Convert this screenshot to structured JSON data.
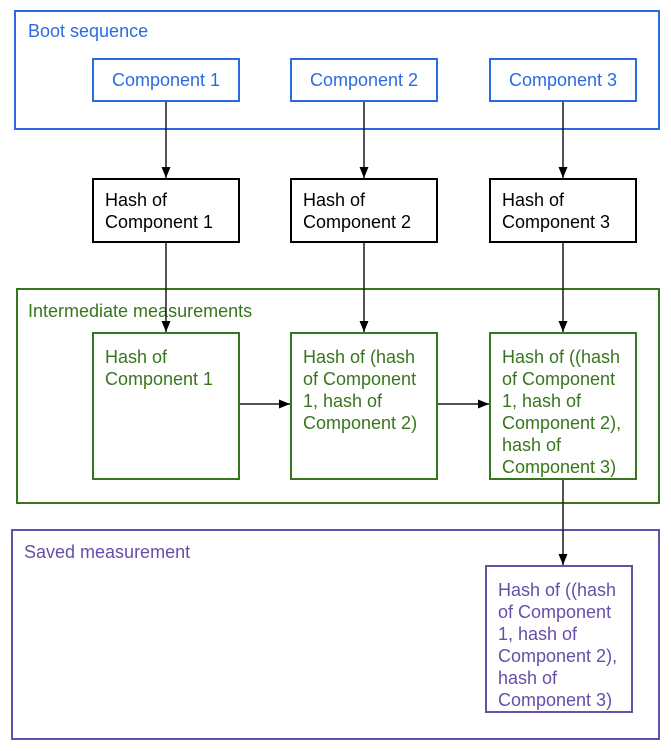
{
  "colors": {
    "boot_sequence_blue": "#2b6be2",
    "hash_black": "#000000",
    "intermediate_green": "#38761d",
    "saved_purple": "#674ea7"
  },
  "boot_sequence": {
    "label": "Boot sequence",
    "components": [
      {
        "label": "Component 1"
      },
      {
        "label": "Component 2"
      },
      {
        "label": "Component 3"
      }
    ]
  },
  "hash_row": {
    "boxes": [
      {
        "text": "Hash of Component 1"
      },
      {
        "text": "Hash of Component 2"
      },
      {
        "text": "Hash of Component 3"
      }
    ]
  },
  "intermediate_measurements": {
    "label": "Intermediate measurements",
    "boxes": [
      {
        "text": "Hash of Component 1"
      },
      {
        "text": "Hash of (hash of Component 1, hash of Component 2)"
      },
      {
        "text": "Hash of ((hash of Component 1, hash of Component 2), hash of Component 3)"
      }
    ]
  },
  "saved_measurement": {
    "label": "Saved measurement",
    "box": {
      "text": "Hash of ((hash of Component 1, hash of Component 2), hash of Component 3)"
    }
  }
}
